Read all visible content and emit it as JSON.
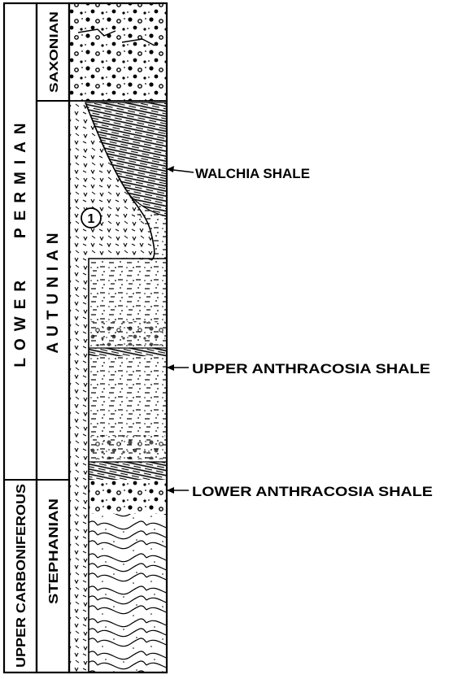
{
  "figure": {
    "columns": {
      "series": [
        {
          "label": "LOWER   PERMIAN",
          "spaced": true
        },
        {
          "label": "UPPER CARBONIFEROUS",
          "spaced": false
        }
      ],
      "stage": [
        {
          "label": "SAXONIAN",
          "spaced": false
        },
        {
          "label": "AUTUNIAN",
          "spaced": true
        },
        {
          "label": "STEPHANIAN",
          "spaced": false
        }
      ]
    },
    "intrusion_marker": "1",
    "callouts": [
      {
        "label": "WALCHIA SHALE"
      },
      {
        "label": "UPPER ANTHRACOSIA SHALE"
      },
      {
        "label": "LOWER ANTHRACOSIA SHALE"
      }
    ],
    "colors": {
      "ink": "#000000",
      "paper": "#ffffff"
    }
  }
}
